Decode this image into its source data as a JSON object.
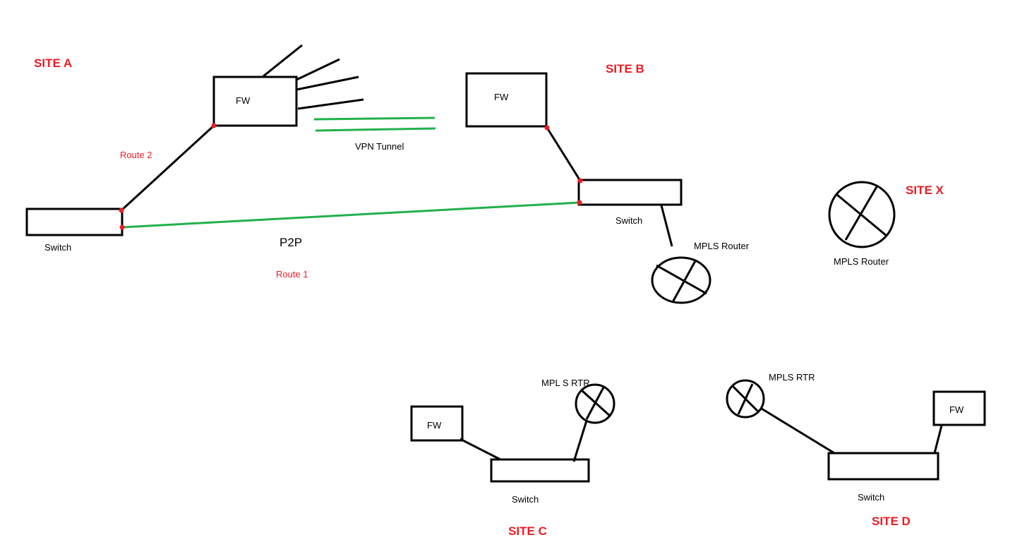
{
  "colors": {
    "site": "#ed1c24",
    "route": "#ed1c24",
    "text": "#000000",
    "line": "#000000",
    "p2p_line": "#22b14c",
    "vpn_line": "#22b14c",
    "endpoint": "#ed1c24"
  },
  "sites": {
    "a": "SITE A",
    "b": "SITE B",
    "c": "SITE C",
    "d": "SITE D",
    "x": "SITE X"
  },
  "devices": {
    "site_a": {
      "fw": "FW",
      "switch": "Switch"
    },
    "site_b": {
      "fw": "FW",
      "switch": "Switch",
      "router": "MPLS Router"
    },
    "site_x": {
      "router": "MPLS Router"
    },
    "site_c": {
      "fw": "FW",
      "switch": "Switch",
      "router": "MPL S RTR"
    },
    "site_d": {
      "fw": "FW",
      "switch": "Switch",
      "router": "MPLS RTR"
    }
  },
  "links": {
    "vpn": "VPN Tunnel",
    "p2p": "P2P",
    "route1": "Route 1",
    "route2": "Route 2"
  }
}
